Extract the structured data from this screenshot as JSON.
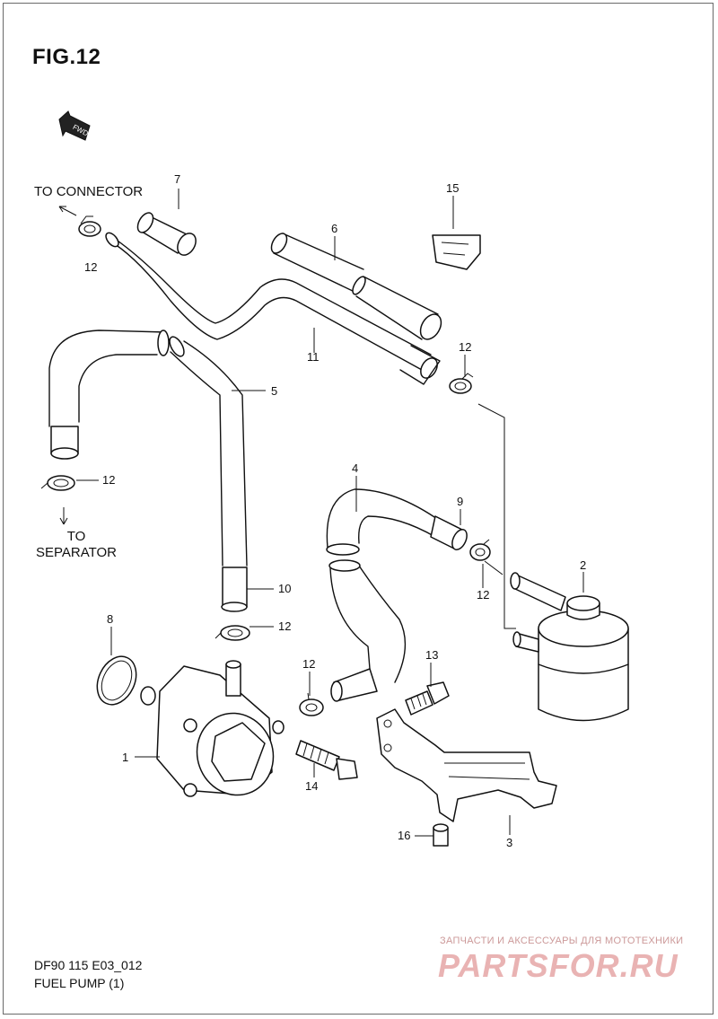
{
  "figure": {
    "title": "FIG.12",
    "fwd_label": "FWD"
  },
  "notes": {
    "to_connector": "TO CONNECTOR",
    "to_separator_line1": "TO",
    "to_separator_line2": "SEPARATOR"
  },
  "callouts": [
    "7",
    "15",
    "6",
    "12",
    "11",
    "12",
    "5",
    "12",
    "4",
    "9",
    "2",
    "12",
    "10",
    "12",
    "8",
    "13",
    "12",
    "1",
    "14",
    "16",
    "3"
  ],
  "footer": {
    "diagram_code": "DF90 115 E03_012",
    "diagram_title": "FUEL PUMP (1)"
  },
  "watermark": {
    "tagline": "ЗАПЧАСТИ И АКСЕССУАРЫ ДЛЯ МОТОТЕХНИКИ",
    "logo": "PARTSFOR.RU"
  },
  "icons": [
    "fwd-arrow-icon",
    "hose-clamp-icon",
    "fuel-pump-icon",
    "fuel-filter-icon",
    "bolt-icon",
    "bracket-icon"
  ]
}
